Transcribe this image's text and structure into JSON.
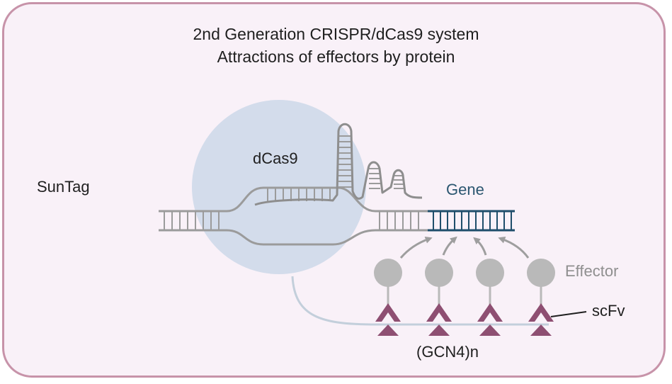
{
  "title": {
    "line1": "2nd Generation CRISPR/dCas9 system",
    "line2": "Attractions of effectors by protein"
  },
  "labels": {
    "suntag": "SunTag",
    "dcas9": "dCas9",
    "gene": "Gene",
    "effector": "Effector",
    "scfv": "scFv",
    "gcn4": "(GCN4)n"
  },
  "colors": {
    "frame_border": "#c793a9",
    "background": "#f9f1f8",
    "dcas9_blob": "#d3dceb",
    "dna": "#9b9b9b",
    "gene": "#1f4e6b",
    "effector": "#b9b9b9",
    "scfv": "#8e4f72",
    "linker": "#c3cfdb"
  },
  "effector_count": 4
}
